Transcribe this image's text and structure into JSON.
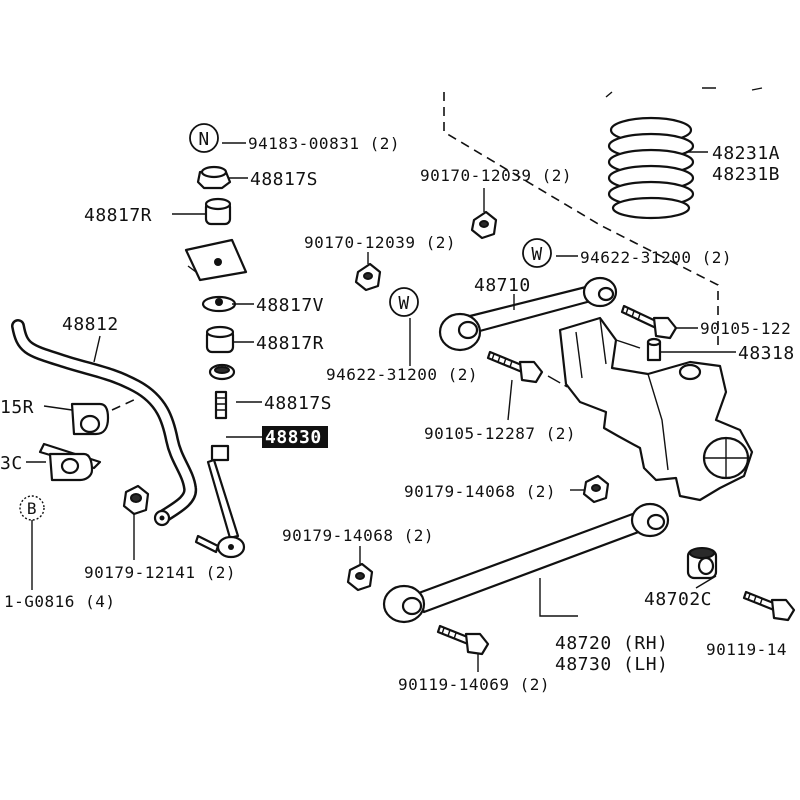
{
  "labels": {
    "l_94183": "94183-00831 (2)",
    "l_48817S_top": "48817S",
    "l_48817R_top": "48817R",
    "l_48812": "48812",
    "l_48817V": "48817V",
    "l_48817R_mid": "48817R",
    "l_48817S_mid": "48817S",
    "l_48830": "48830",
    "l_15R": "15R",
    "l_3C": "3C",
    "l_90179_12141": "90179-12141 (2)",
    "l_G0816": "1-G0816 (4)",
    "l_90170_a": "90170-12039 (2)",
    "l_90170_b": "90170-12039 (2)",
    "l_94622_a": "94622-31200 (2)",
    "l_94622_b": "94622-31200 (2)",
    "l_48231A": "48231A",
    "l_48231B": "48231B",
    "l_48710": "48710",
    "l_90105_a": "90105-12287 (2)",
    "l_90105_b": "90105-122",
    "l_48318": "48318",
    "l_90179_14068_a": "90179-14068 (2)",
    "l_90179_14068_b": "90179-14068 (2)",
    "l_48702C": "48702C",
    "l_90119_14_b": "90119-14",
    "l_48720": "48720 (RH)",
    "l_48730": "48730 (LH)",
    "l_90119_14069": "90119-14069 (2)"
  },
  "markers": {
    "n": "N",
    "w1": "W",
    "w2": "W",
    "b": "B"
  }
}
